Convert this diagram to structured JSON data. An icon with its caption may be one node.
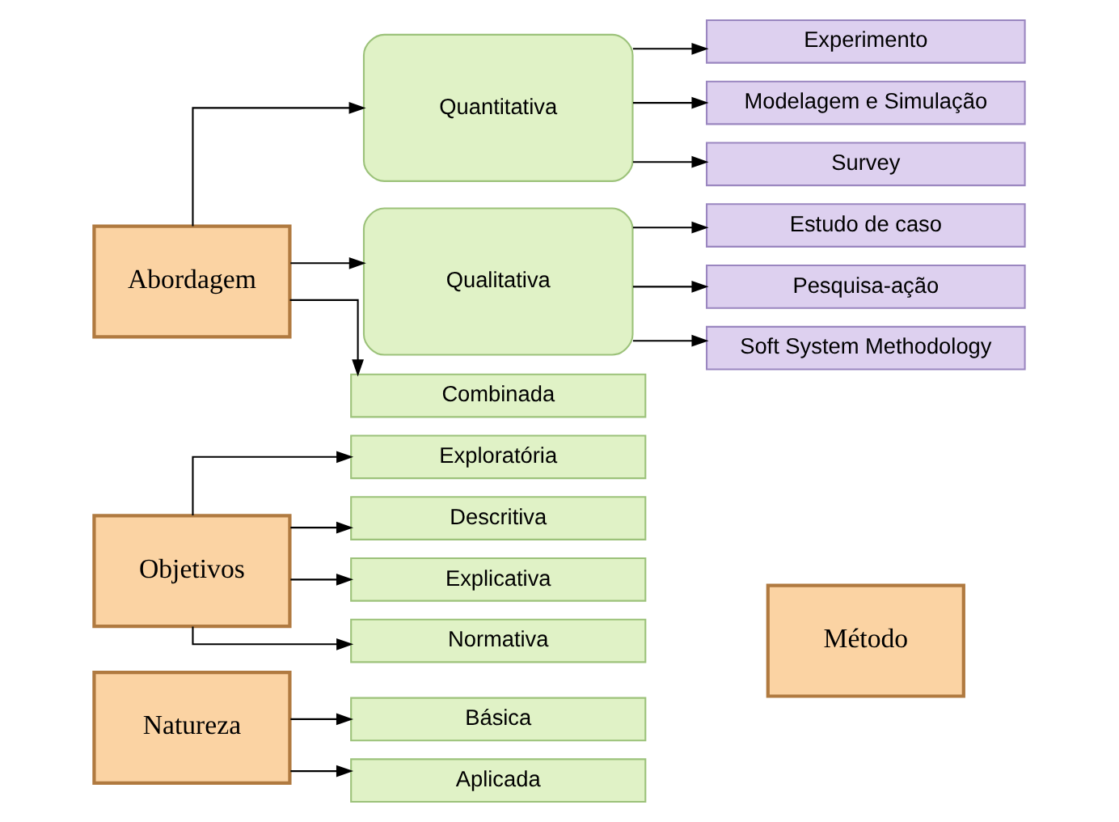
{
  "diagram": {
    "nodes": [
      {
        "text": [
          "Natureza"
        ]
      },
      {
        "text": [
          "Básica"
        ]
      },
      {
        "text": [
          "Aplicada"
        ]
      },
      {
        "text": [
          "Objetivos"
        ]
      },
      {
        "text": [
          "Exploratória"
        ]
      },
      {
        "text": [
          "Descritiva"
        ]
      },
      {
        "text": [
          "Explicativa"
        ]
      },
      {
        "text": [
          "Normativa"
        ]
      },
      {
        "text": [
          "Método"
        ]
      },
      {
        "text": [
          "Abordagem"
        ]
      },
      {
        "text": [
          "Quantitativa"
        ]
      },
      {
        "text": [
          "Experimento"
        ]
      },
      {
        "text": [
          "Modelagem e Simulação"
        ]
      },
      {
        "text": [
          "Survey"
        ]
      },
      {
        "text": [
          "Qualitativa"
        ]
      },
      {
        "text": [
          "Estudo de caso"
        ]
      },
      {
        "text": [
          "Pesquisa-ação"
        ]
      },
      {
        "text": [
          "Soft System Methodology"
        ]
      },
      {
        "text": [
          "Combinada"
        ]
      }
    ],
    "edges": [
      {
        "from": 0,
        "to": 1,
        "arrow": "to"
      },
      {
        "from": 0,
        "to": 2,
        "arrow": "to"
      },
      {
        "from": 3,
        "to": 4,
        "arrow": "to"
      },
      {
        "from": 3,
        "to": 5,
        "arrow": "to"
      },
      {
        "from": 3,
        "to": 6,
        "arrow": "to"
      },
      {
        "from": 3,
        "to": 7,
        "arrow": "to"
      },
      {
        "from": 9,
        "to": 10,
        "arrow": "to"
      },
      {
        "from": 9,
        "to": 14,
        "arrow": "to"
      },
      {
        "from": 9,
        "to": 18,
        "arrow": "to"
      },
      {
        "from": 10,
        "to": 11,
        "arrow": "to"
      },
      {
        "from": 10,
        "to": 12,
        "arrow": "to"
      },
      {
        "from": 10,
        "to": 13,
        "arrow": "to"
      },
      {
        "from": 14,
        "to": 15,
        "arrow": "to"
      },
      {
        "from": 14,
        "to": 16,
        "arrow": "to"
      },
      {
        "from": 14,
        "to": 17,
        "arrow": "to"
      }
    ]
  }
}
